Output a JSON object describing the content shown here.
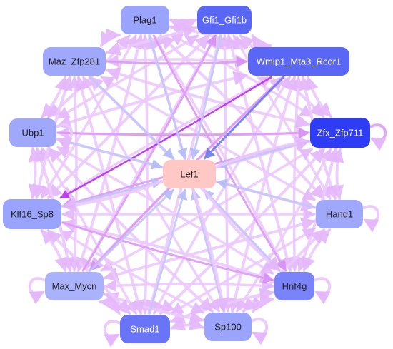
{
  "diagram": {
    "center": {
      "id": "lef1",
      "label": "Lef1",
      "fill": "#ffc8c4",
      "text": "#222222"
    },
    "nodes": [
      {
        "id": "plag1",
        "label": "Plag1",
        "fill": "#9aa4fc",
        "text": "#222222"
      },
      {
        "id": "gfi1",
        "label": "Gfi1_Gfi1b",
        "fill": "#5a66f4",
        "text": "#ffffff"
      },
      {
        "id": "wmip1",
        "label": "Wmip1_Mta3_Rcor1",
        "fill": "#5a66f4",
        "text": "#ffffff"
      },
      {
        "id": "zfx",
        "label": "Zfx_Zfp711",
        "fill": "#2f3cf6",
        "text": "#ffffff"
      },
      {
        "id": "hand1",
        "label": "Hand1",
        "fill": "#a0a8fc",
        "text": "#222222"
      },
      {
        "id": "hnf4g",
        "label": "Hnf4g",
        "fill": "#7a84f8",
        "text": "#222222"
      },
      {
        "id": "sp100",
        "label": "Sp100",
        "fill": "#9aa4fc",
        "text": "#222222"
      },
      {
        "id": "smad1",
        "label": "Smad1",
        "fill": "#6a74f6",
        "text": "#ffffff"
      },
      {
        "id": "max",
        "label": "Max_Mycn",
        "fill": "#aab2fc",
        "text": "#222222"
      },
      {
        "id": "klf16",
        "label": "Klf16_Sp8",
        "fill": "#9aa4fc",
        "text": "#222222"
      },
      {
        "id": "ubp1",
        "label": "Ubp1",
        "fill": "#a0a8fc",
        "text": "#222222"
      },
      {
        "id": "maz",
        "label": "Maz_Zfp281",
        "fill": "#a0a8fc",
        "text": "#222222"
      }
    ],
    "edge_colors": {
      "light": "#eccafc",
      "mid": "#de9cf6",
      "strong": "#bb33ee",
      "blue": "#c2c8f8",
      "blue_strong": "#6e7cee"
    }
  }
}
